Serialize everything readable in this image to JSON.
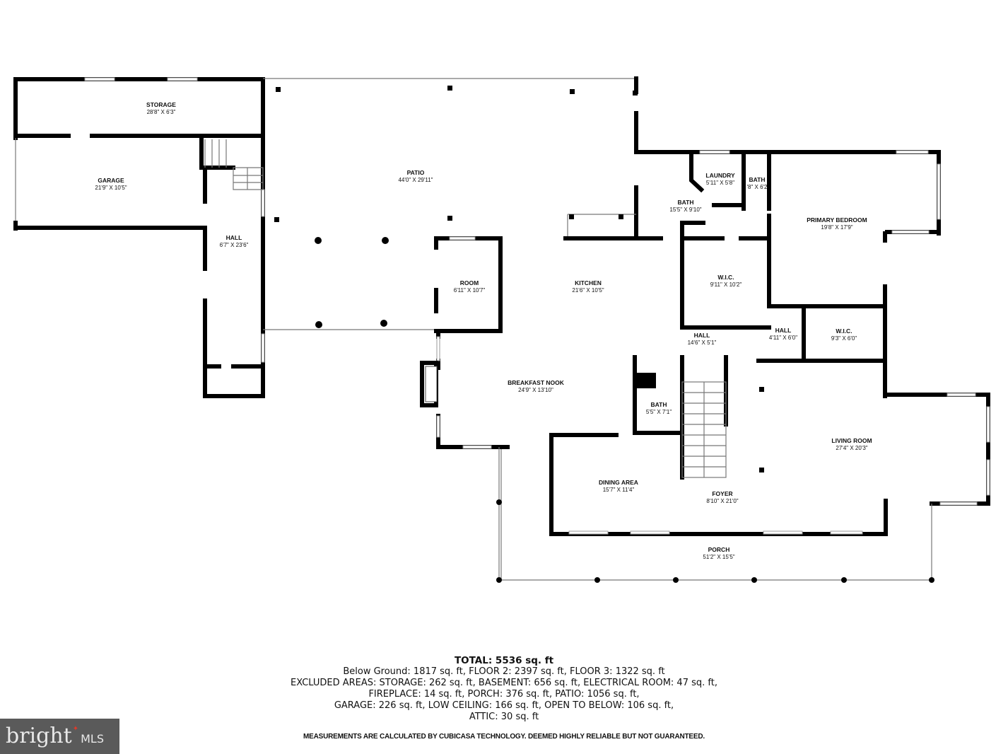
{
  "rooms": {
    "storage": {
      "name": "STORAGE",
      "dims": "28'8\" X 6'3\""
    },
    "garage": {
      "name": "GARAGE",
      "dims": "21'9\" X 10'5\""
    },
    "hall_left": {
      "name": "HALL",
      "dims": "6'7\" X 23'6\""
    },
    "patio": {
      "name": "PATIO",
      "dims": "44'0\" X 29'11\""
    },
    "room": {
      "name": "ROOM",
      "dims": "6'11\" X 10'7\""
    },
    "kitchen": {
      "name": "KITCHEN",
      "dims": "21'6\" X 10'5\""
    },
    "laundry": {
      "name": "LAUNDRY",
      "dims": "5'11\" X 5'8\""
    },
    "bath_small": {
      "name": "BATH",
      "dims": "'8\" X 6'2"
    },
    "bath_main": {
      "name": "BATH",
      "dims": "15'5\" X 9'10\""
    },
    "primary_bedroom": {
      "name": "PRIMARY BEDROOM",
      "dims": "19'8\" X 17'9\""
    },
    "wic_1": {
      "name": "W.I.C.",
      "dims": "9'11\" X 10'2\""
    },
    "hall_center": {
      "name": "HALL",
      "dims": "14'6\" X 5'1\""
    },
    "hall_small": {
      "name": "HALL",
      "dims": "4'11\" X 6'0\""
    },
    "wic_2": {
      "name": "W.I.C.",
      "dims": "9'3\" X 6'0\""
    },
    "breakfast_nook": {
      "name": "BREAKFAST NOOK",
      "dims": "24'9\" X 13'10\""
    },
    "bath_half": {
      "name": "BATH",
      "dims": "5'5\" X 7'1\""
    },
    "living_room": {
      "name": "LIVING ROOM",
      "dims": "27'4\" X 20'3\""
    },
    "dining_area": {
      "name": "DINING AREA",
      "dims": "15'7\" X 11'4\""
    },
    "foyer": {
      "name": "FOYER",
      "dims": "8'10\" X 21'0\""
    },
    "porch": {
      "name": "PORCH",
      "dims": "51'2\" X 15'5\""
    }
  },
  "summary": {
    "total": "TOTAL: 5536 sq. ft",
    "lines": [
      "Below Ground: 1817 sq. ft, FLOOR 2: 2397 sq. ft, FLOOR 3: 1322 sq. ft",
      "EXCLUDED AREAS: STORAGE: 262 sq. ft, BASEMENT: 656 sq. ft, ELECTRICAL ROOM: 47 sq. ft,",
      "FIREPLACE: 14 sq. ft, PORCH: 376 sq. ft, PATIO: 1056 sq. ft,",
      "GARAGE: 226 sq. ft, LOW CEILING: 166 sq. ft, OPEN TO BELOW: 106 sq. ft,",
      "ATTIC: 30 sq. ft"
    ],
    "disclaimer": "MEASUREMENTS ARE CALCULATED BY CUBICASA TECHNOLOGY. DEEMED HIGHLY RELIABLE BUT NOT GUARANTEED."
  },
  "logo": {
    "brand": "bright",
    "suffix": "MLS"
  },
  "colors": {
    "wall": "#000000",
    "logo_bg": "#5a5a5a",
    "logo_accent": "#e03a2a"
  }
}
